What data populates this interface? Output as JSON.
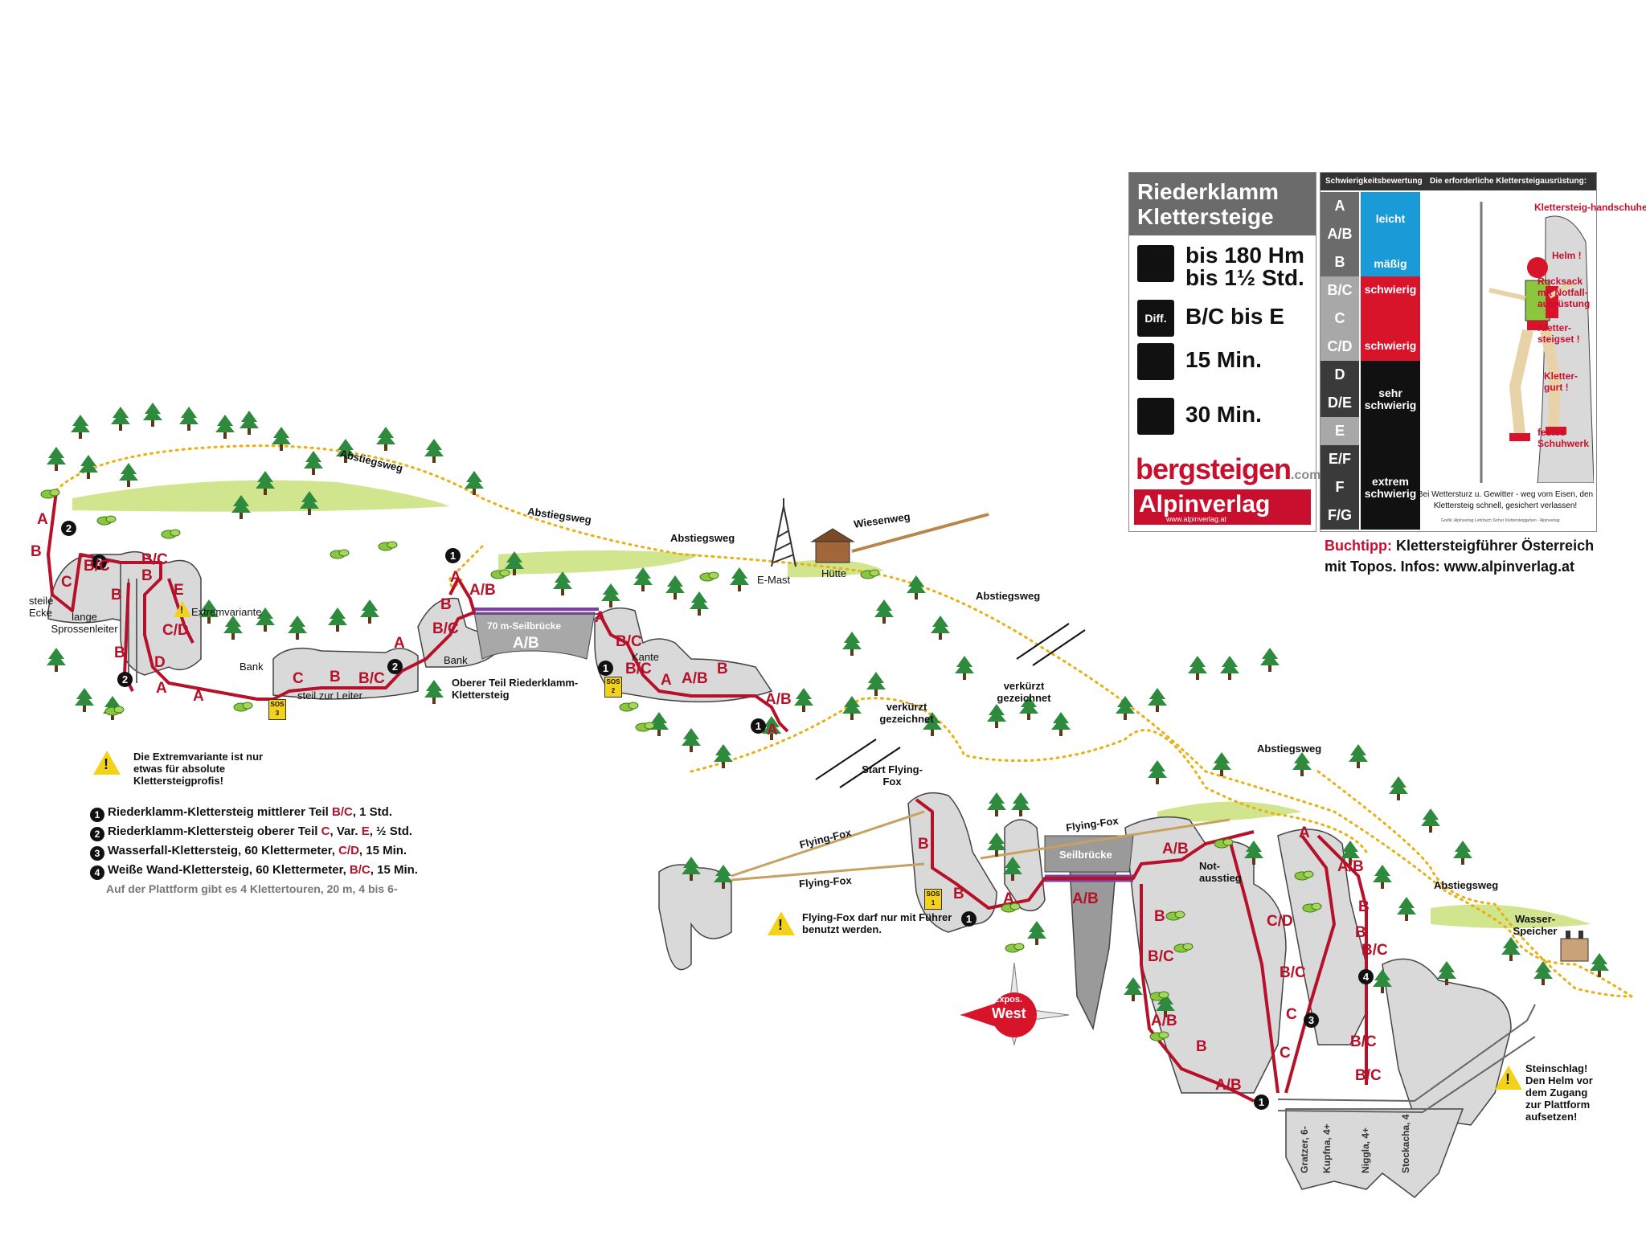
{
  "info_panel": {
    "title": "Riederklamm Klettersteige",
    "elevation": "bis 180 Hm",
    "duration": "bis 1½ Std.",
    "diff_icon_label": "Diff.",
    "difficulty": "B/C bis E",
    "approach": "15 Min.",
    "descent": "30 Min.",
    "logo_brand": "bergsteigen",
    "logo_brand_suffix": ".com",
    "publisher": "Alpinverlag",
    "publisher_url": "www.alpinverlag.at"
  },
  "scale_panel": {
    "header_left": "Schwierigkeitsbewertung",
    "header_right": "Die erforderliche Klettersteigausrüstung:",
    "grades": [
      "A",
      "A/B",
      "B",
      "B/C",
      "C",
      "C/D",
      "D",
      "D/E",
      "E",
      "E/F",
      "F",
      "F/G"
    ],
    "bands": [
      {
        "label": "leicht",
        "color": "#1a9ad6"
      },
      {
        "label": "mäßig",
        "color": "#1a9ad6"
      },
      {
        "label": "schwierig",
        "color": "#d7142a"
      },
      {
        "label": "schwierig",
        "color": "#d7142a"
      },
      {
        "label": "sehr schwierig",
        "color": "#111111"
      },
      {
        "label": "extrem schwierig",
        "color": "#111111"
      }
    ],
    "gear": [
      "Klettersteig-handschuhe",
      "Helm !",
      "Rucksack mit Notfall-ausrüstung",
      "Kletter-steigset !",
      "Kletter-gurt !",
      "festes Schuhwerk"
    ],
    "note": "Bei Wettersturz u. Gewitter - weg vom Eisen, den Klettersteig schnell, gesichert verlassen!",
    "credit": "Grafik: Alpinverlag Lehrbuch Sicher Klettersteiggehen - Alpinverlag"
  },
  "book_tip": {
    "label": "Buchtipp:",
    "line1": "Klettersteigführer Österreich",
    "line2": "mit Topos. Infos: www.alpinverlag.at"
  },
  "legend": {
    "extreme_warning": "Die Extremvariante ist nur etwas für absolute Klettersteigprofis!",
    "routes": [
      {
        "num": "1",
        "text": "Riederklamm-Klettersteig mittlerer Teil ",
        "grade": "B/C",
        "rest": ", 1 Std."
      },
      {
        "num": "2",
        "text": "Riederklamm-Klettersteig oberer Teil ",
        "grade": "C",
        "mid": ", Var. ",
        "grade2": "E",
        "rest": ", ½ Std."
      },
      {
        "num": "3",
        "text": "Wasserfall-Klettersteig, 60 Klettermeter, ",
        "grade": "C/D",
        "rest": ", 15 Min."
      },
      {
        "num": "4",
        "text": "Weiße Wand-Klettersteig, 60 Klettermeter, ",
        "grade": "B/C",
        "rest": ", 15 Min."
      }
    ],
    "platform_note": "Auf der Plattform gibt es 4 Klettertouren, 20 m, 4 bis 6-"
  },
  "map_labels": {
    "abstiegsweg": "Abstiegsweg",
    "wiesenweg": "Wiesenweg",
    "e_mast": "E-Mast",
    "huette": "Hütte",
    "verkuerzt": "verkürzt gezeichnet",
    "steile_ecke": "steile Ecke",
    "sprossenleiter": "lange Sprossenleiter",
    "extremvariante": "Extremvariante",
    "bank": "Bank",
    "steil_leiter": "steil zur Leiter",
    "oberer_teil": "Oberer Teil Riederklamm-Klettersteig",
    "seilbruecke70": "70 m-Seilbrücke",
    "kante": "Kante",
    "start_ff": "Start Flying-Fox",
    "flying_fox": "Flying-Fox",
    "ff_warning": "Flying-Fox darf nur mit Führer benutzt werden.",
    "seilbruecke": "Seilbrücke",
    "notausstieg": "Not-ausstieg",
    "wasserspeicher": "Wasser-Speicher",
    "steinschlag": "Steinschlag! Den Helm vor dem Zugang zur Plattform aufsetzen!",
    "compass_top": "Expos.",
    "compass_bottom": "West",
    "sos1": "SOS 1",
    "sos2": "SOS 2",
    "sos3": "SOS 3",
    "routes_platform": [
      "Gratzer, 6-",
      "Kupfna, 4+",
      "Niggla, 4+",
      "Stockacha, 4"
    ]
  },
  "grade_labels_map": {
    "left": [
      "A",
      "B",
      "C",
      "B/C",
      "B",
      "B",
      "B/C",
      "E",
      "C/D",
      "D",
      "A",
      "A",
      "B",
      "C",
      "B",
      "B/C",
      "A",
      "A/B",
      "B",
      "B/C",
      "A/B",
      "A",
      "A",
      "B/C",
      "B/C",
      "A",
      "A/B",
      "B",
      "A/B",
      "A"
    ],
    "right": [
      "B",
      "B",
      "A",
      "A/B",
      "A/B",
      "B",
      "B/C",
      "A/B",
      "B",
      "A/B",
      "A",
      "C/D",
      "B/C",
      "C",
      "C",
      "B/C",
      "A/B",
      "B",
      "B",
      "B/C",
      "B/C"
    ]
  },
  "colors": {
    "route": "#b5122a",
    "trail": "#e8b010",
    "rock": "#d9d9d9",
    "rock_stroke": "#444444",
    "tree": "#2e8b3d",
    "bridge": "#7b3fa0"
  }
}
